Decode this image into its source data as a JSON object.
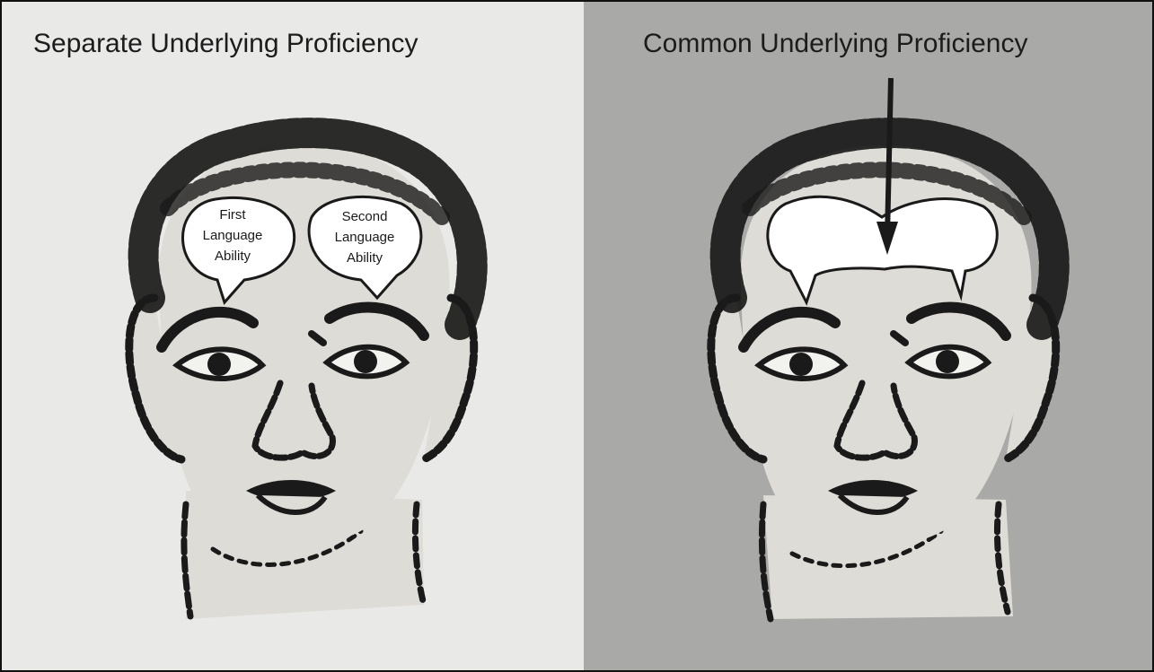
{
  "left_panel": {
    "title": "Separate Underlying Proficiency",
    "bubbles": [
      {
        "lines": [
          "First",
          "Language",
          "Ability"
        ]
      },
      {
        "lines": [
          "Second",
          "Language",
          "Ability"
        ]
      }
    ]
  },
  "right_panel": {
    "title": "Common Underlying Proficiency"
  },
  "colors": {
    "left_background": "#e9e9e7",
    "right_background": "#a9a9a7",
    "face_skin": "#dedcd6",
    "ink": "#1a1a1a",
    "bubble_fill": "#ffffff"
  }
}
